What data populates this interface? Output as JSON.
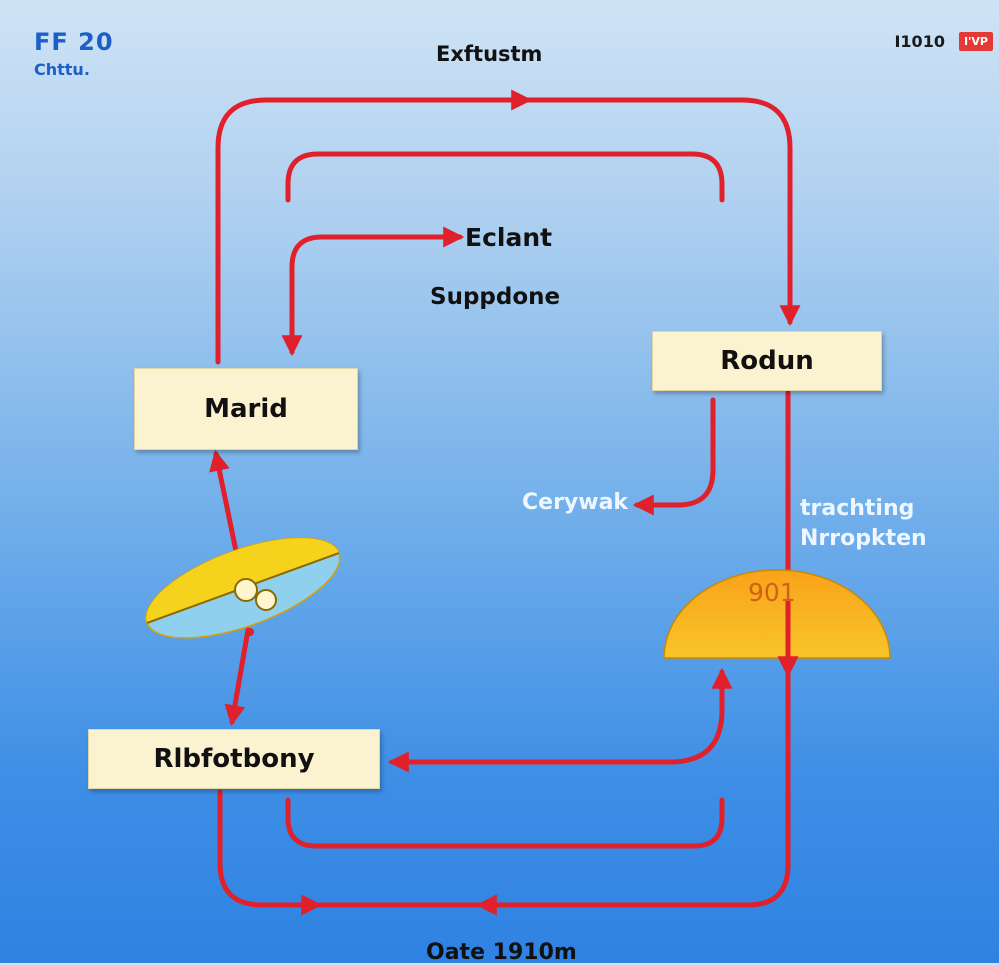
{
  "header": {
    "code": "FF 20",
    "subtitle": "Chttu.",
    "title": "Exftustm",
    "right_code": "I1010",
    "badge": "I'VP"
  },
  "nodes": {
    "top_left": "Marid",
    "top_right": "Rodun",
    "bottom_left": "Rlbfotbony"
  },
  "labels": {
    "eclant": "Eclant",
    "suppdone": "Suppdone",
    "cerywak": "Cerywak",
    "tracking_line1": "trachting",
    "tracking_line2": "Nrropkten",
    "dome_value": "901",
    "footer": "Oate 1910m"
  },
  "colors": {
    "arrow": "#e0202a",
    "box_fill": "#fbf3cf",
    "ellipse_yellow": "#f5d21c",
    "ellipse_blue": "#8fd0ee",
    "dome": "#f7b21a"
  }
}
